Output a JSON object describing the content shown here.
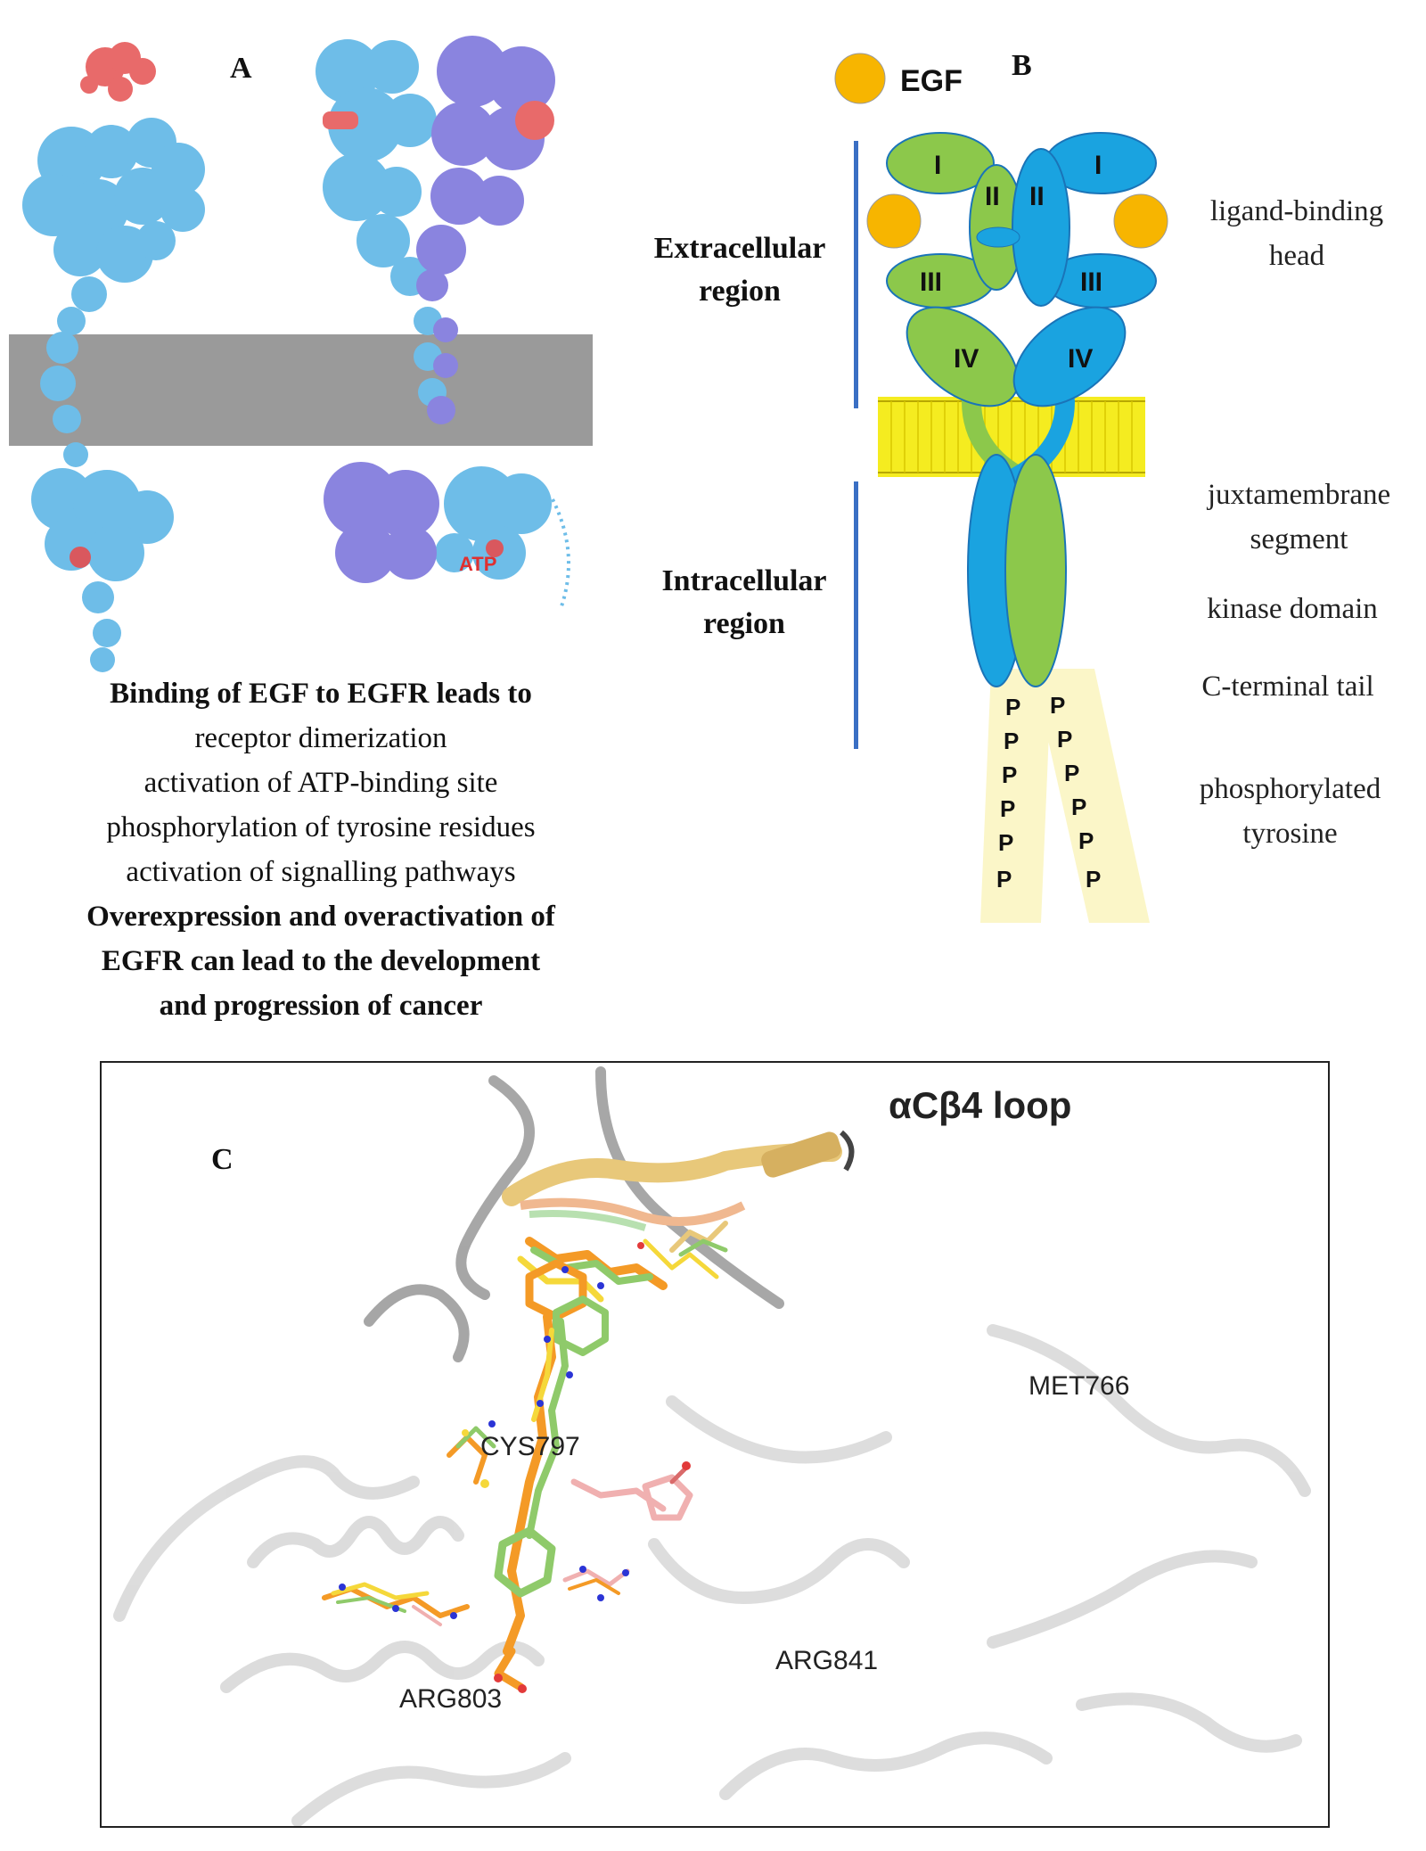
{
  "panels": {
    "a": "A",
    "b": "B",
    "c": "C"
  },
  "panel_a": {
    "atp_label": "ATP",
    "caption": {
      "heading": "Binding of EGF to EGFR leads to",
      "items": [
        "receptor dimerization",
        "activation of ATP-binding site",
        "phosphorylation of tyrosine residues",
        "activation of signalling pathways"
      ],
      "conclusion_line1": "Overexpression and overactivation of",
      "conclusion_line2": "EGFR can lead to the development",
      "conclusion_line3": "and progression of cancer"
    }
  },
  "panel_b": {
    "legend_label": "EGF",
    "extracellular_line1": "Extracellular",
    "extracellular_line2": "region",
    "intracellular_line1": "Intracellular",
    "intracellular_line2": "region",
    "domains": {
      "d1": "I",
      "d2": "II",
      "d3": "III",
      "d4": "IV"
    },
    "phospho_label": "P",
    "right_labels": {
      "ligand_line1": "ligand-binding",
      "ligand_line2": "head",
      "juxta_line1": "juxtamembrane",
      "juxta_line2": "segment",
      "kinase": "kinase domain",
      "tail": "C-terminal tail",
      "phos_line1": "phosphorylated",
      "phos_line2": "tyrosine"
    }
  },
  "panel_c": {
    "loop_label": "αCβ4 loop",
    "residues": {
      "met766": "MET766",
      "cys797": "CYS797",
      "arg803": "ARG803",
      "arg841": "ARG841"
    }
  },
  "colors": {
    "green": "#8cc84b",
    "blue": "#1aa3e0",
    "egf_orange": "#f7b500",
    "membrane_yellow": "#f5ec20",
    "tail_bg": "#fbf6c8",
    "protein_light": "#6ebde8",
    "protein_dark": "#8a84df",
    "protein_red": "#e86a6a",
    "membrane_gray": "#9a9a9a"
  }
}
